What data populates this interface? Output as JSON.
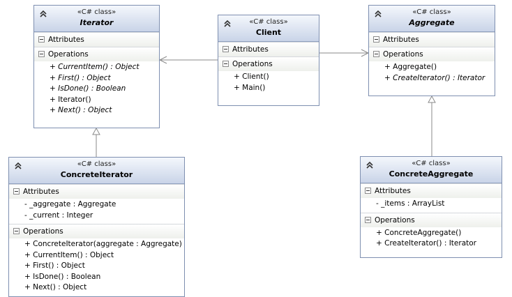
{
  "stereotype": "«C# class»",
  "section_labels": {
    "attributes": "Attributes",
    "operations": "Operations"
  },
  "classes": {
    "iterator": {
      "name": "Iterator",
      "abstract": true,
      "attributes": [],
      "operations": [
        {
          "text": "+ CurrentItem() : Object",
          "abstract": true
        },
        {
          "text": "+ First() : Object",
          "abstract": true
        },
        {
          "text": "+ IsDone() : Boolean",
          "abstract": true
        },
        {
          "text": "+ Iterator()",
          "abstract": false
        },
        {
          "text": "+ Next() : Object",
          "abstract": true
        }
      ]
    },
    "client": {
      "name": "Client",
      "abstract": false,
      "attributes": [],
      "operations": [
        {
          "text": "+ Client()",
          "abstract": false
        },
        {
          "text": "+ Main()",
          "abstract": false
        }
      ]
    },
    "aggregate": {
      "name": "Aggregate",
      "abstract": true,
      "attributes": [],
      "operations": [
        {
          "text": "+ Aggregate()",
          "abstract": false
        },
        {
          "text": "+ CreateIterator() : Iterator",
          "abstract": true
        }
      ]
    },
    "concrete_iterator": {
      "name": "ConcreteIterator",
      "abstract": false,
      "attributes": [
        {
          "text": "- _aggregate : Aggregate",
          "abstract": false
        },
        {
          "text": "- _current : Integer",
          "abstract": false
        }
      ],
      "operations": [
        {
          "text": "+ ConcreteIterator(aggregate : Aggregate)",
          "abstract": false
        },
        {
          "text": "+ CurrentItem() : Object",
          "abstract": false
        },
        {
          "text": "+ First() : Object",
          "abstract": false
        },
        {
          "text": "+ IsDone() : Boolean",
          "abstract": false
        },
        {
          "text": "+ Next() : Object",
          "abstract": false
        }
      ]
    },
    "concrete_aggregate": {
      "name": "ConcreteAggregate",
      "abstract": false,
      "attributes": [
        {
          "text": "- _items : ArrayList",
          "abstract": false
        }
      ],
      "operations": [
        {
          "text": "+ ConcreteAggregate()",
          "abstract": false
        },
        {
          "text": "+ CreateIterator() : Iterator",
          "abstract": false
        }
      ]
    }
  },
  "icons": {
    "collapse": "double-chevron-up-icon",
    "section_toggle": "minus-box-icon"
  },
  "colors": {
    "border": "#7e8fb0",
    "header_top": "#f4f7fc",
    "header_bottom": "#c9d4e8",
    "connector": "#8a8a8a"
  }
}
